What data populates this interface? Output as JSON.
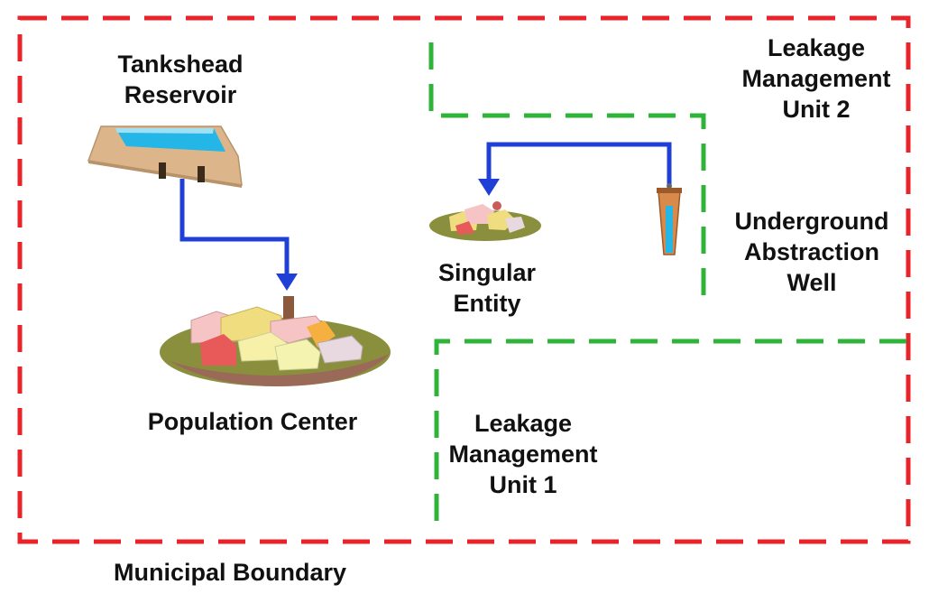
{
  "colors": {
    "municipal_boundary": "#e8232a",
    "lmu_boundary": "#2fb43a",
    "pipe": "#1f3fd6",
    "water": "#23b6e6",
    "reservoir_body": "#dcb58a",
    "ground": "#8a8f3e"
  },
  "labels": {
    "tankshead_reservoir": [
      "Tankshead",
      "Reservoir"
    ],
    "population_center": "Population Center",
    "municipal_boundary": "Municipal Boundary",
    "leakage_management_unit_2": [
      "Leakage",
      "Management",
      "Unit 2"
    ],
    "underground_abstraction_well": [
      "Underground",
      "Abstraction",
      "Well"
    ],
    "singular_entity": [
      "Singular",
      "Entity"
    ],
    "leakage_management_unit_1": [
      "Leakage",
      "Management",
      "Unit 1"
    ]
  },
  "icons": {
    "reservoir": "reservoir-icon",
    "town": "town-icon",
    "small_settlement": "settlement-icon",
    "well": "well-icon"
  }
}
